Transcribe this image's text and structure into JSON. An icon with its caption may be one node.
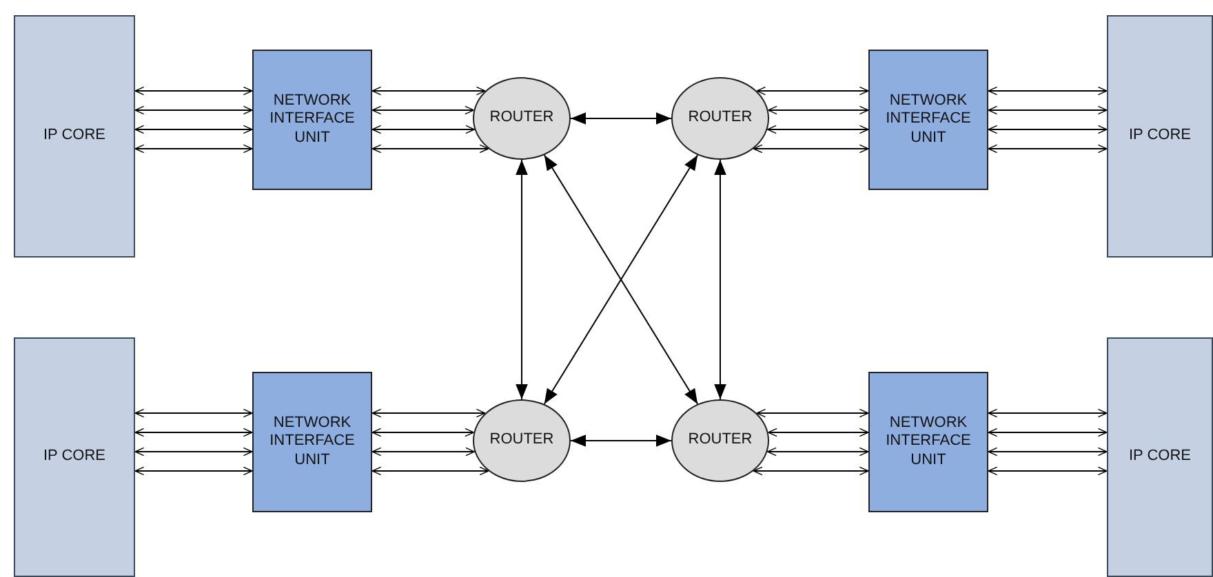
{
  "diagram": {
    "nodes": [
      {
        "text": [
          "IP CORE"
        ]
      },
      {
        "text": [
          "NETWORK INTERFACE UNIT"
        ]
      },
      {
        "text": [
          "ROUTER"
        ]
      },
      {
        "text": [
          "ROUTER"
        ]
      },
      {
        "text": [
          "NETWORK INTERFACE UNIT"
        ]
      },
      {
        "text": [
          "IP CORE"
        ]
      },
      {
        "text": [
          "IP CORE"
        ]
      },
      {
        "text": [
          "NETWORK INTERFACE UNIT"
        ]
      },
      {
        "text": [
          "ROUTER"
        ]
      },
      {
        "text": [
          "ROUTER"
        ]
      },
      {
        "text": [
          "NETWORK INTERFACE UNIT"
        ]
      },
      {
        "text": [
          "IP CORE"
        ]
      }
    ],
    "edges": [
      {
        "from": 0,
        "to": 1,
        "arrow": "both"
      },
      {
        "from": 0,
        "to": 1,
        "arrow": "both"
      },
      {
        "from": 0,
        "to": 1,
        "arrow": "both"
      },
      {
        "from": 0,
        "to": 1,
        "arrow": "both"
      },
      {
        "from": 1,
        "to": 2,
        "arrow": "both"
      },
      {
        "from": 1,
        "to": 2,
        "arrow": "both"
      },
      {
        "from": 1,
        "to": 2,
        "arrow": "both"
      },
      {
        "from": 1,
        "to": 2,
        "arrow": "both"
      },
      {
        "from": 3,
        "to": 4,
        "arrow": "both"
      },
      {
        "from": 3,
        "to": 4,
        "arrow": "both"
      },
      {
        "from": 3,
        "to": 4,
        "arrow": "both"
      },
      {
        "from": 3,
        "to": 4,
        "arrow": "both"
      },
      {
        "from": 4,
        "to": 5,
        "arrow": "both"
      },
      {
        "from": 4,
        "to": 5,
        "arrow": "both"
      },
      {
        "from": 4,
        "to": 5,
        "arrow": "both"
      },
      {
        "from": 4,
        "to": 5,
        "arrow": "both"
      },
      {
        "from": 6,
        "to": 7,
        "arrow": "both"
      },
      {
        "from": 6,
        "to": 7,
        "arrow": "both"
      },
      {
        "from": 6,
        "to": 7,
        "arrow": "both"
      },
      {
        "from": 6,
        "to": 7,
        "arrow": "both"
      },
      {
        "from": 7,
        "to": 8,
        "arrow": "both"
      },
      {
        "from": 7,
        "to": 8,
        "arrow": "both"
      },
      {
        "from": 7,
        "to": 8,
        "arrow": "both"
      },
      {
        "from": 7,
        "to": 8,
        "arrow": "both"
      },
      {
        "from": 9,
        "to": 10,
        "arrow": "both"
      },
      {
        "from": 9,
        "to": 10,
        "arrow": "both"
      },
      {
        "from": 9,
        "to": 10,
        "arrow": "both"
      },
      {
        "from": 9,
        "to": 10,
        "arrow": "both"
      },
      {
        "from": 10,
        "to": 11,
        "arrow": "both"
      },
      {
        "from": 10,
        "to": 11,
        "arrow": "both"
      },
      {
        "from": 10,
        "to": 11,
        "arrow": "both"
      },
      {
        "from": 10,
        "to": 11,
        "arrow": "both"
      },
      {
        "from": 2,
        "to": 3,
        "arrow": "both"
      },
      {
        "from": 2,
        "to": 8,
        "arrow": "both"
      },
      {
        "from": 2,
        "to": 9,
        "arrow": "both"
      },
      {
        "from": 3,
        "to": 8,
        "arrow": "both"
      },
      {
        "from": 3,
        "to": 9,
        "arrow": "both"
      },
      {
        "from": 8,
        "to": 9,
        "arrow": "both"
      }
    ]
  }
}
